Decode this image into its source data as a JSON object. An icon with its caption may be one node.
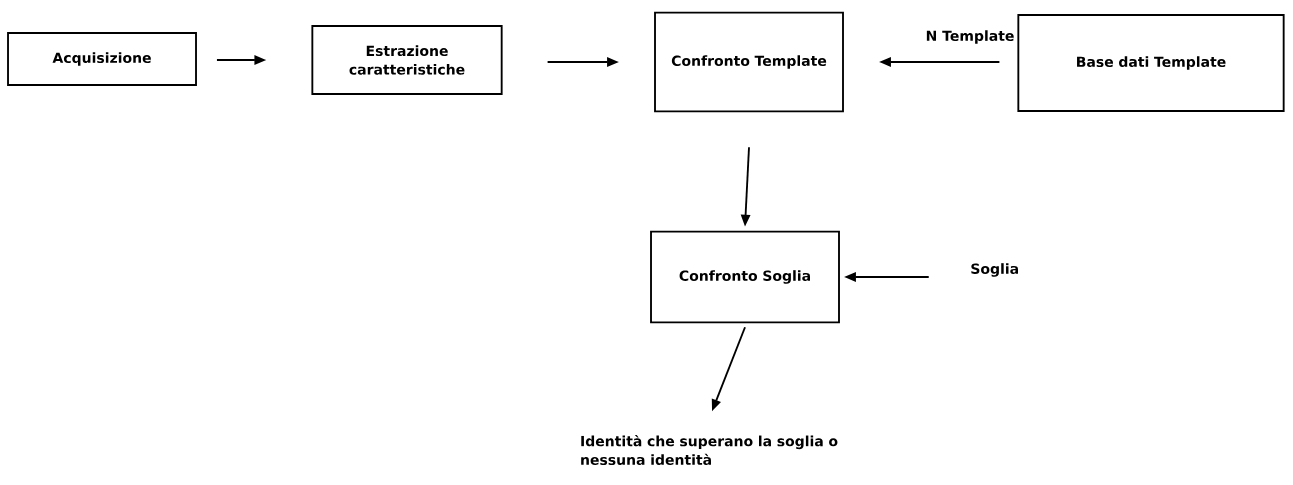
{
  "diagram": {
    "nodes": [
      {
        "text": [
          "Acquisizione"
        ]
      },
      {
        "text": [
          "Estrazione caratteristiche"
        ]
      },
      {
        "text": [
          "Confronto Template"
        ]
      },
      {
        "text": [
          "Base dati Template"
        ]
      },
      {
        "text": [
          "Confronto Soglia"
        ]
      },
      {
        "text": [
          "Soglia"
        ]
      },
      {
        "text": [
          "Identità che superano la soglia o nessuna identità"
        ]
      }
    ],
    "edges": [
      {
        "from": 0,
        "to": 1,
        "arrow": "to"
      },
      {
        "from": 1,
        "to": 2,
        "arrow": "to"
      },
      {
        "from": 3,
        "to": 2,
        "arrow": "to",
        "label": "N Template"
      },
      {
        "from": 2,
        "to": 4,
        "arrow": "to"
      },
      {
        "from": 5,
        "to": 4,
        "arrow": "to"
      },
      {
        "from": 4,
        "to": 6,
        "arrow": "to"
      }
    ]
  }
}
